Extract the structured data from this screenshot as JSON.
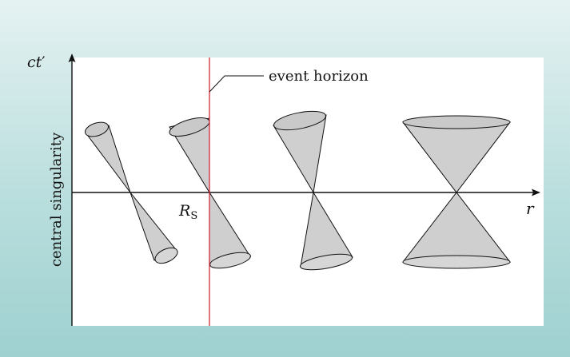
{
  "figure": {
    "vertical_axis_label_base": "ct",
    "vertical_axis_label_prime": "′",
    "horizontal_axis_label": "r",
    "left_side_label": "central singularity",
    "event_horizon_label": "event horizon",
    "horizon_position_label_base": "R",
    "horizon_position_label_sub": "S"
  },
  "colors": {
    "panel_background": "#ffffff",
    "cone_fill": "#cfcfcf",
    "outline": "#111111",
    "event_horizon_line": "#d8283a"
  }
}
